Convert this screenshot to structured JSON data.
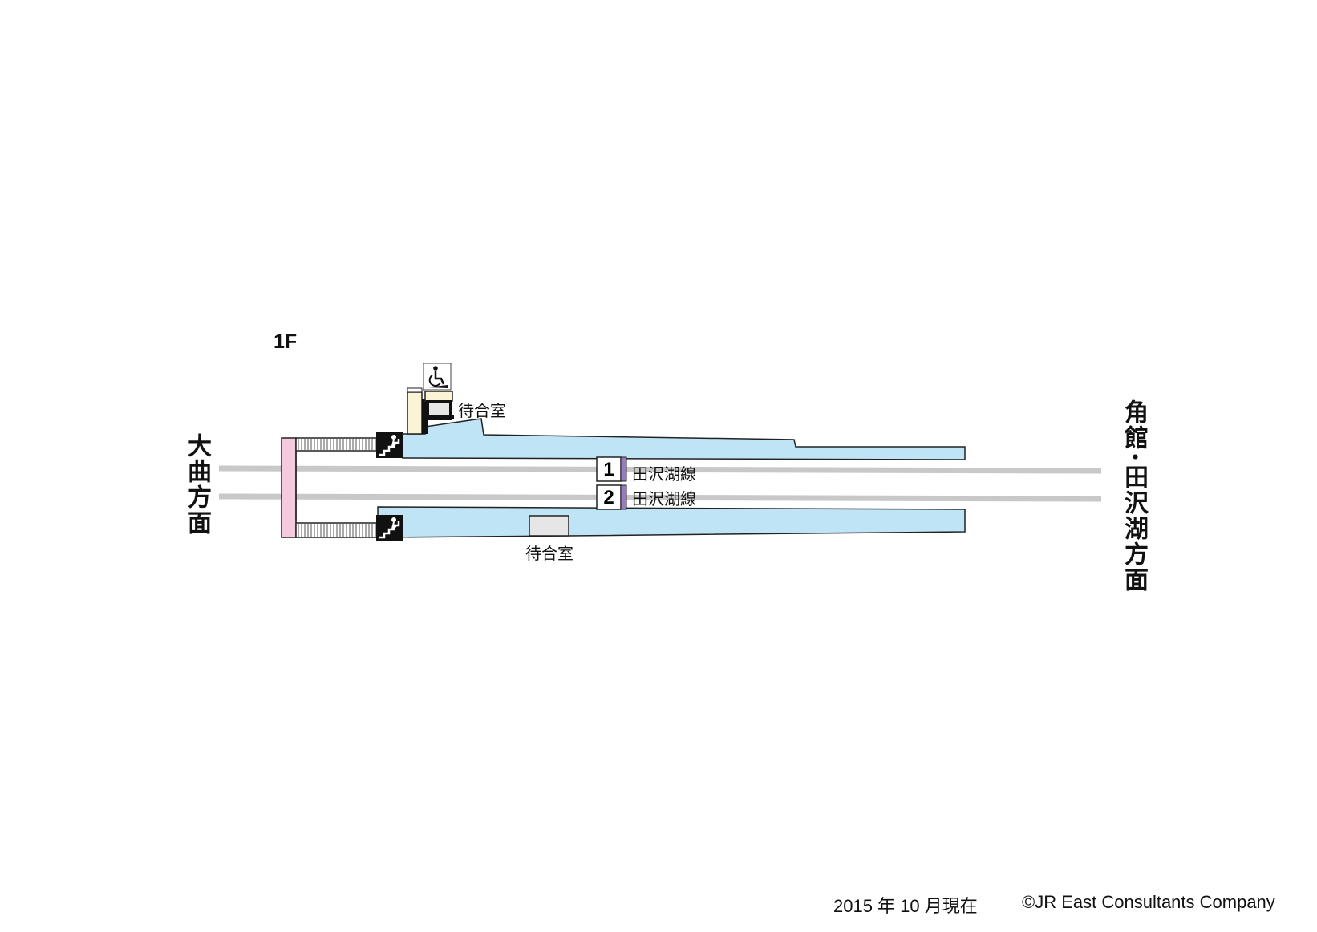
{
  "floor": "1F",
  "directions": {
    "left": "大曲方面",
    "right": "角館･田沢湖方面"
  },
  "rooms": {
    "upper_waiting_room": "待合室",
    "lower_waiting_room": "待合室"
  },
  "tracks": [
    {
      "number": "1",
      "line": "田沢湖線"
    },
    {
      "number": "2",
      "line": "田沢湖線"
    }
  ],
  "icons": {
    "wheelchair": "wheelchair-icon",
    "stairs_upper": "stairs-icon",
    "stairs_lower": "stairs-icon"
  },
  "colors": {
    "platform": "#bfe4f6",
    "overpass": "#f6c9dc",
    "building": "#fbf3d5",
    "waiting_room": "#e6e6e6",
    "line_marker": "#9a7ac0",
    "rail": "#c8c8c8"
  },
  "footer": {
    "date": "2015 年 10 月現在",
    "copyright": "©JR East Consultants Company"
  }
}
